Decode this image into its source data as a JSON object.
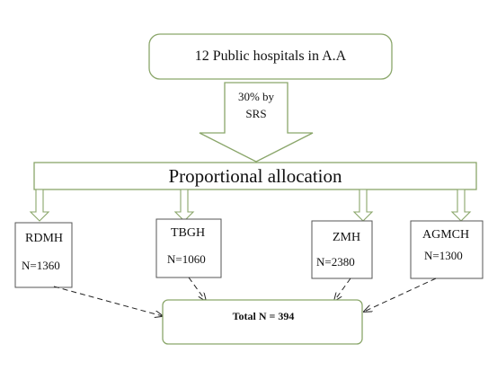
{
  "top_box": {
    "text": "12 Public hospitals in A.A"
  },
  "sampling": {
    "line1": "30% by",
    "line2": "SRS"
  },
  "allocation_box": {
    "text": "Proportional allocation"
  },
  "hospitals": [
    {
      "name": "RDMH",
      "n": "N=1360"
    },
    {
      "name": "TBGH",
      "n": "N=1060"
    },
    {
      "name": "ZMH",
      "n": "N=2380"
    },
    {
      "name": "AGMCH",
      "n": "N=1300"
    }
  ],
  "total_box": {
    "text": "Total N = 394"
  }
}
